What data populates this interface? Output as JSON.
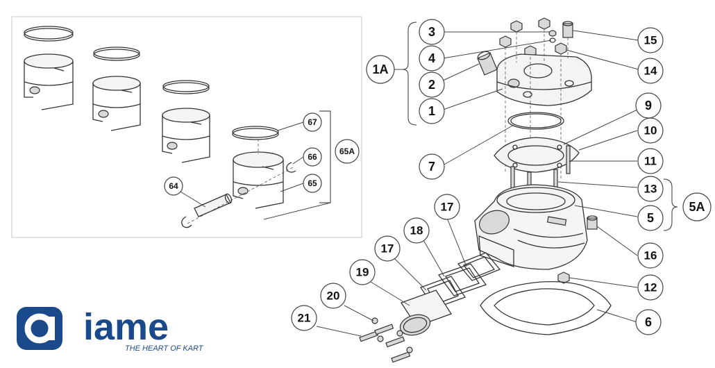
{
  "callouts": [
    {
      "id": "c-3",
      "label": "3"
    },
    {
      "id": "c-4",
      "label": "4"
    },
    {
      "id": "c-2",
      "label": "2"
    },
    {
      "id": "c-1",
      "label": "1"
    },
    {
      "id": "c-15",
      "label": "15"
    },
    {
      "id": "c-14",
      "label": "14"
    },
    {
      "id": "c-9",
      "label": "9"
    },
    {
      "id": "c-10",
      "label": "10"
    },
    {
      "id": "c-7",
      "label": "7"
    },
    {
      "id": "c-11",
      "label": "11"
    },
    {
      "id": "c-13",
      "label": "13"
    },
    {
      "id": "c-5",
      "label": "5"
    },
    {
      "id": "c-17a",
      "label": "17"
    },
    {
      "id": "c-18",
      "label": "18"
    },
    {
      "id": "c-17b",
      "label": "17"
    },
    {
      "id": "c-16",
      "label": "16"
    },
    {
      "id": "c-19",
      "label": "19"
    },
    {
      "id": "c-12",
      "label": "12"
    },
    {
      "id": "c-20",
      "label": "20"
    },
    {
      "id": "c-21",
      "label": "21"
    },
    {
      "id": "c-6",
      "label": "6"
    },
    {
      "id": "c-67",
      "label": "67"
    },
    {
      "id": "c-66",
      "label": "66"
    },
    {
      "id": "c-64",
      "label": "64"
    },
    {
      "id": "c-65",
      "label": "65"
    }
  ],
  "group_labels": {
    "head_kit": "1A",
    "cylinder_kit": "5A",
    "piston_kit": "65A"
  },
  "logo": {
    "wordmark": "iame",
    "tagline": "THE HEART OF KART",
    "brand_color": "#1b4a8c"
  }
}
